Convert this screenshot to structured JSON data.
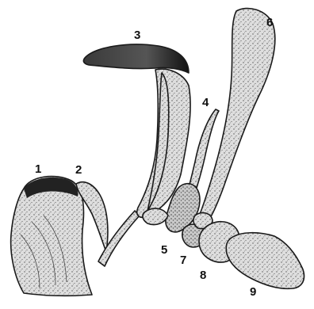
{
  "labels": {
    "l1": "1",
    "l2": "2",
    "l3": "3",
    "l4": "4",
    "l5": "5",
    "l6": "6",
    "l7": "7",
    "l8": "8",
    "l9": "9"
  },
  "colors": {
    "ink": "#1a1a1a",
    "stipple_fill": "#d9d9d9",
    "dark_cap": "#2a2a2a",
    "background": "#ffffff"
  }
}
